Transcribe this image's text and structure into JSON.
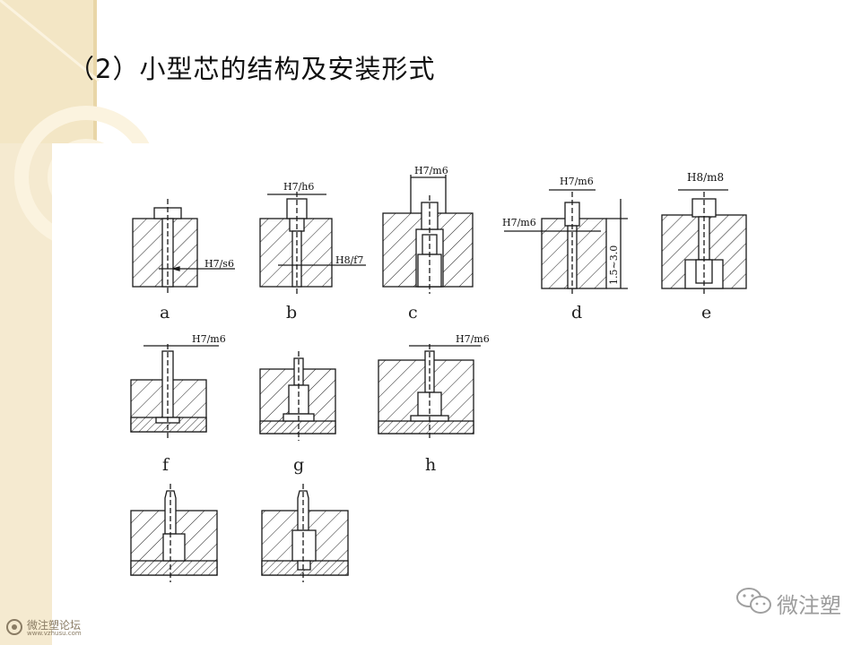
{
  "slide": {
    "title": "（2）小型芯的结构及安装形式"
  },
  "colors": {
    "decor_panel": "#f3e6c5",
    "decor_strip": "#e9d6a8",
    "line": "#1a1a1a"
  },
  "figures": [
    {
      "label": "a",
      "fit": "H7/s6"
    },
    {
      "label": "b",
      "fit_top": "H7/h6",
      "fit_side": "H8/f7"
    },
    {
      "label": "c",
      "fit": "H7/m6"
    },
    {
      "label": "d",
      "fit_top": "H7/m6",
      "fit_side": "H7/m6",
      "dim": "1.5~3.0"
    },
    {
      "label": "e",
      "fit": "H8/m8"
    },
    {
      "label": "f",
      "fit": "H7/m6"
    },
    {
      "label": "g"
    },
    {
      "label": "h",
      "fit": "H7/m6"
    },
    {
      "label": ""
    },
    {
      "label": ""
    }
  ],
  "logo": {
    "name": "微注塑论坛",
    "url": "www.vzhusu.com"
  },
  "watermark": {
    "text": "微注塑",
    "icon": "wechat-icon"
  }
}
